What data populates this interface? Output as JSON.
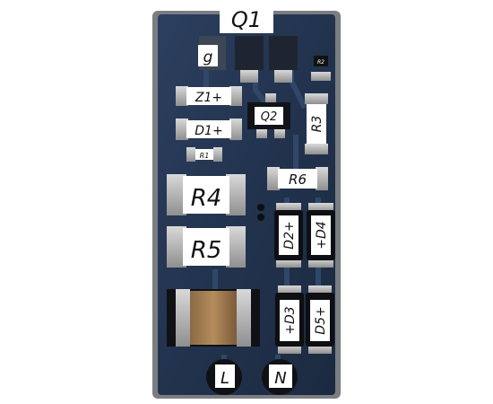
{
  "photo": {
    "title_label": "Q1",
    "board_color": "#22334e",
    "components": {
      "gate": "g",
      "z1": "Z1+",
      "d1": "D1+",
      "q2": "Q2",
      "r1": "R1",
      "r2": "R2",
      "r3": "R3",
      "r4": "R4",
      "r5": "R5",
      "r6": "R6",
      "d2": "D2+",
      "d3": "+D3",
      "d4": "+D4",
      "d5": "D5+"
    },
    "terminals": {
      "live": "L",
      "neutral": "N"
    }
  }
}
